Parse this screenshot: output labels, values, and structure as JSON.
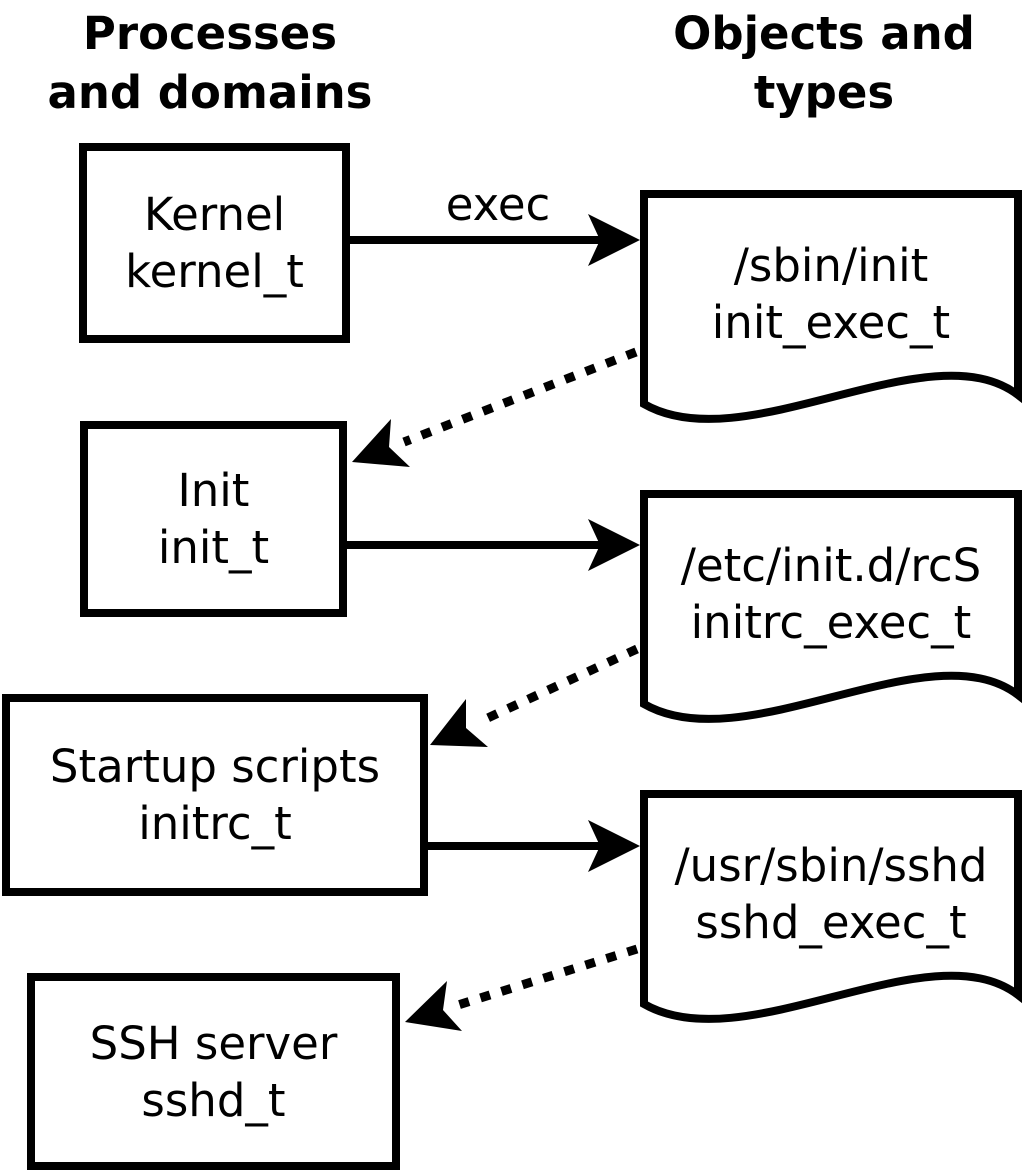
{
  "headers": {
    "left": {
      "line1": "Processes",
      "line2": "and domains"
    },
    "right": {
      "line1": "Objects and",
      "line2": "types"
    }
  },
  "processes": [
    {
      "label": "Kernel",
      "type": "kernel_t"
    },
    {
      "label": "Init",
      "type": "init_t"
    },
    {
      "label": "Startup scripts",
      "type": "initrc_t"
    },
    {
      "label": "SSH server",
      "type": "sshd_t"
    }
  ],
  "objects": [
    {
      "path": "/sbin/init",
      "type": "init_exec_t"
    },
    {
      "path": "/etc/init.d/rcS",
      "type": "initrc_exec_t"
    },
    {
      "path": "/usr/sbin/sshd",
      "type": "sshd_exec_t"
    }
  ],
  "arrows": {
    "solid": [
      {
        "from": "Kernel",
        "to": "/sbin/init",
        "label": "exec",
        "style": "solid"
      },
      {
        "from": "Init",
        "to": "/etc/init.d/rcS",
        "style": "solid"
      },
      {
        "from": "Startup scripts",
        "to": "/usr/sbin/sshd",
        "style": "solid"
      }
    ],
    "dotted": [
      {
        "from": "/sbin/init",
        "to": "Init",
        "style": "dotted"
      },
      {
        "from": "/etc/init.d/rcS",
        "to": "Startup scripts",
        "style": "dotted"
      },
      {
        "from": "/usr/sbin/sshd",
        "to": "SSH server",
        "style": "dotted"
      }
    ]
  },
  "colors": {
    "ink": "#000000",
    "paper": "#ffffff"
  }
}
